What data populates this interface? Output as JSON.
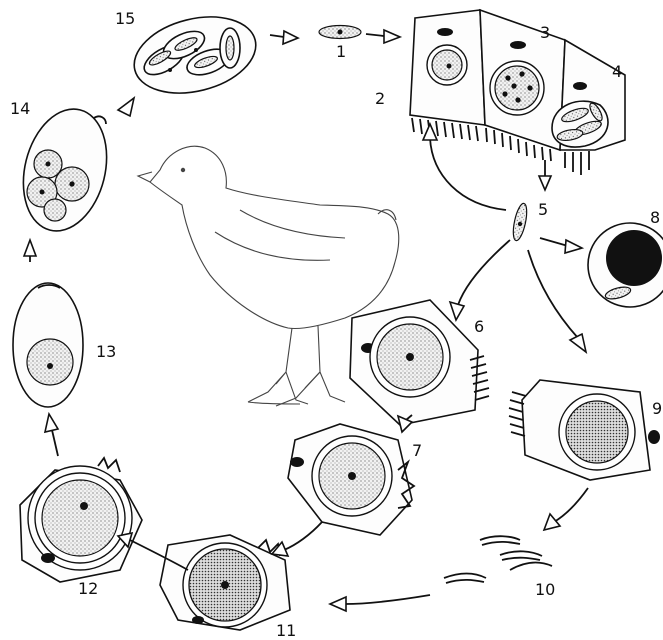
{
  "stage_labels": [
    "1",
    "2",
    "3",
    "4",
    "5",
    "6",
    "7",
    "8",
    "9",
    "10",
    "11",
    "12",
    "13",
    "14",
    "15"
  ]
}
